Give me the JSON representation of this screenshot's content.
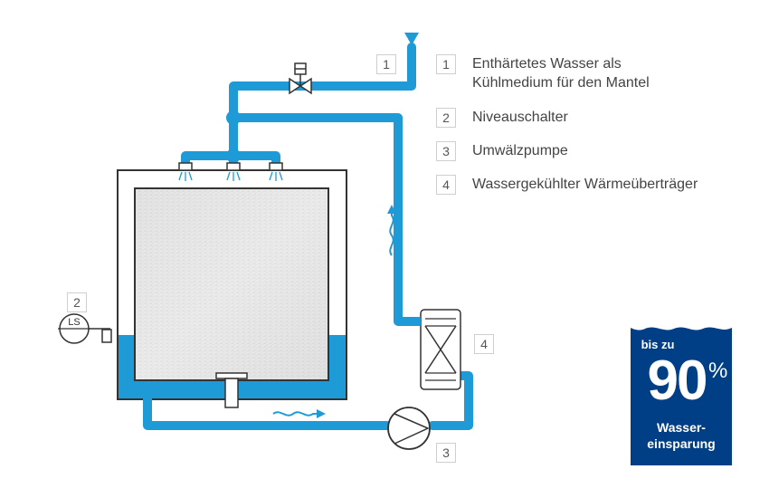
{
  "colors": {
    "water": "#1e9ad6",
    "water_dark": "#0b84c6",
    "frame": "#333333",
    "badge_bg": "#003f86"
  },
  "labels": {
    "inlet_number": "1",
    "level_switch_number": "2",
    "pump_number": "3",
    "exchanger_number": "4",
    "level_switch_code": "LS"
  },
  "legend": [
    {
      "num": "1",
      "text": "Enthärtetes Wasser als Kühlmedium für den Mantel"
    },
    {
      "num": "2",
      "text": "Niveauschalter"
    },
    {
      "num": "3",
      "text": "Umwälzpumpe"
    },
    {
      "num": "4",
      "text": "Wassergekühlter Wärmeüberträger"
    }
  ],
  "badge": {
    "prefix": "bis zu",
    "value": "90",
    "unit": "%",
    "caption_line1": "Wasser-",
    "caption_line2": "einsparung"
  },
  "icons": [
    "valve-icon",
    "spray-nozzle-icon",
    "heat-wave-icon",
    "pump-icon",
    "heat-exchanger-icon",
    "inlet-arrow-icon"
  ]
}
